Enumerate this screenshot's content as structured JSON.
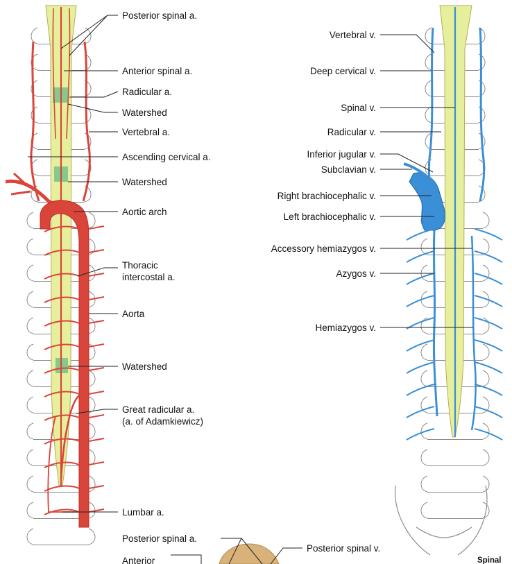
{
  "colors": {
    "artery": "#d9453a",
    "artery_dark": "#b92e25",
    "vein": "#3a8fd6",
    "vein_dark": "#2166a8",
    "cord": "#e6ef9c",
    "watershed": "#6fbf8a",
    "bone_outline": "#8a8a8a",
    "leader": "#222222",
    "tissue": "#d9b27a"
  },
  "arterial_labels": [
    {
      "key": "posterior-spinal-artery",
      "text": "Posterior spinal a."
    },
    {
      "key": "anterior-spinal-artery",
      "text": "Anterior spinal a."
    },
    {
      "key": "radicular-artery",
      "text": "Radicular a."
    },
    {
      "key": "watershed-1",
      "text": "Watershed"
    },
    {
      "key": "vertebral-artery",
      "text": "Vertebral a."
    },
    {
      "key": "ascending-cervical-artery",
      "text": "Ascending cervical a."
    },
    {
      "key": "watershed-2",
      "text": "Watershed"
    },
    {
      "key": "aortic-arch",
      "text": "Aortic arch"
    },
    {
      "key": "thoracic-intercostal-artery",
      "text": "Thoracic",
      "text2": "intercostal a."
    },
    {
      "key": "aorta",
      "text": "Aorta"
    },
    {
      "key": "watershed-3",
      "text": "Watershed"
    },
    {
      "key": "great-radicular-artery",
      "text": "Great radicular a.",
      "text2": "(a. of Adamkiewicz)"
    },
    {
      "key": "lumbar-artery",
      "text": "Lumbar a."
    }
  ],
  "venous_labels": [
    {
      "key": "vertebral-vein",
      "text": "Vertebral v."
    },
    {
      "key": "deep-cervical-vein",
      "text": "Deep cervical v."
    },
    {
      "key": "spinal-vein",
      "text": "Spinal v."
    },
    {
      "key": "radicular-vein",
      "text": "Radicular v."
    },
    {
      "key": "inferior-jugular-vein",
      "text": "Inferior jugular v."
    },
    {
      "key": "subclavian-vein",
      "text": "Subclavian v."
    },
    {
      "key": "right-brachiocephalic-vein",
      "text": "Right brachiocephalic v."
    },
    {
      "key": "left-brachiocephalic-vein",
      "text": "Left brachiocephalic v."
    },
    {
      "key": "accessory-hemiazygos-vein",
      "text": "Accessory hemiazygos v."
    },
    {
      "key": "azygos-vein",
      "text": "Azygos v."
    },
    {
      "key": "hemiazygos-vein",
      "text": "Hemiazygos v."
    }
  ],
  "bottom_labels": {
    "posterior_spinal_artery": "Posterior spinal a.",
    "posterior_spinal_vein": "Posterior spinal v.",
    "anterior_partial": "Anterior",
    "spinal_partial": "Spinal"
  }
}
